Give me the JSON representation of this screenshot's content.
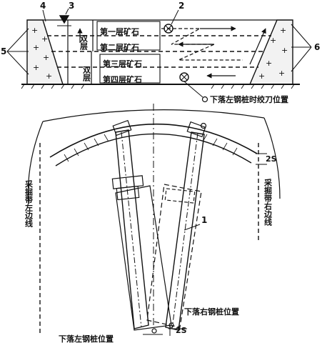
{
  "callouts": {
    "n1": "1",
    "n2": "2",
    "n3": "3",
    "n4": "4",
    "n5": "5",
    "n6": "6"
  },
  "layers": {
    "first": "第一层矿石",
    "second": "第二层矿石",
    "third": "第三层矿石",
    "fourth": "第四层矿石",
    "double_upper": "双层",
    "double_lower": "双层"
  },
  "labels": {
    "left_stake_cutter": "下落左钢桩时绞刀位置",
    "right_stake_pos": "下落右钢桩位置",
    "left_stake_pos": "下落左钢桩位置",
    "left_edge": "采掘带左边线",
    "right_edge": "采掘带右边线",
    "spacing_upper": "2S",
    "spacing_lower": "2S"
  }
}
